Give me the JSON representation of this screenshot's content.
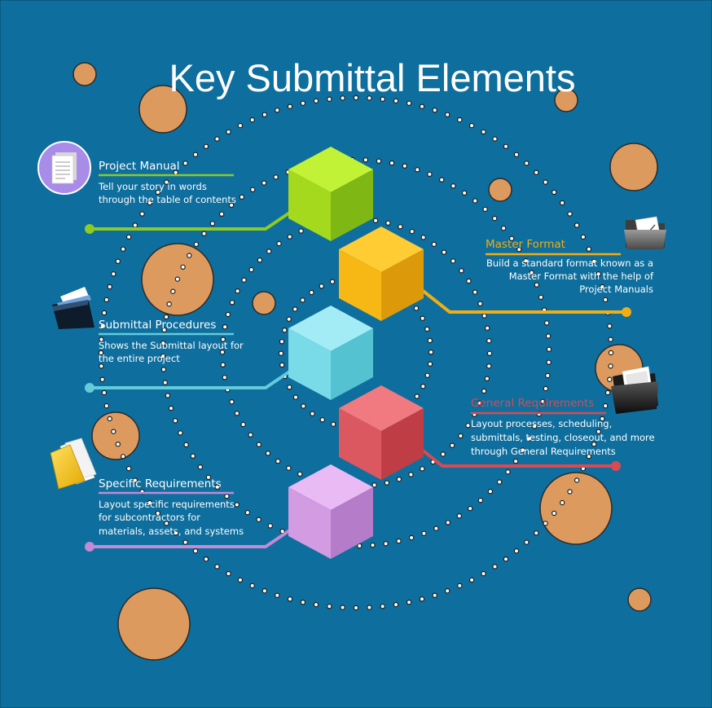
{
  "title": "Key Submittal Elements",
  "colors": {
    "background": "#0E6E9D",
    "bubble": "#DD9A5E",
    "green": "#8DCB22",
    "gold": "#F0AE14",
    "cyan": "#62CCDB",
    "red": "#D94A52",
    "purple": "#C48AD6"
  },
  "elements": {
    "project_manual": {
      "heading": "Project Manual",
      "line1": "Tell your story in words",
      "line2": "through the table of contents",
      "icon": "document-icon"
    },
    "submittal_procedures": {
      "heading": "Submittal Procedures",
      "line1": "Shows the Submittal layout for",
      "line2": "the entire project",
      "icon": "open-box-icon"
    },
    "specific_requirements": {
      "heading": "Specific Requirements",
      "line1": "Layout specific requirements",
      "line2": "for subcontractors for",
      "line3": "materials, assets, and systems",
      "icon": "yellow-folder-icon"
    },
    "master_format": {
      "heading": "Master Format",
      "line1": "Build a standard  format known as a",
      "line2": "Master Format with the help of",
      "line3": "Project Manuals",
      "icon": "grey-folder-icon"
    },
    "general_requirements": {
      "heading": "General Requirements",
      "line1": "Layout  processes, scheduling,",
      "line2": "submittals, testing, closeout, and more",
      "line3": "through General Requirements",
      "icon": "black-folder-icon"
    }
  }
}
